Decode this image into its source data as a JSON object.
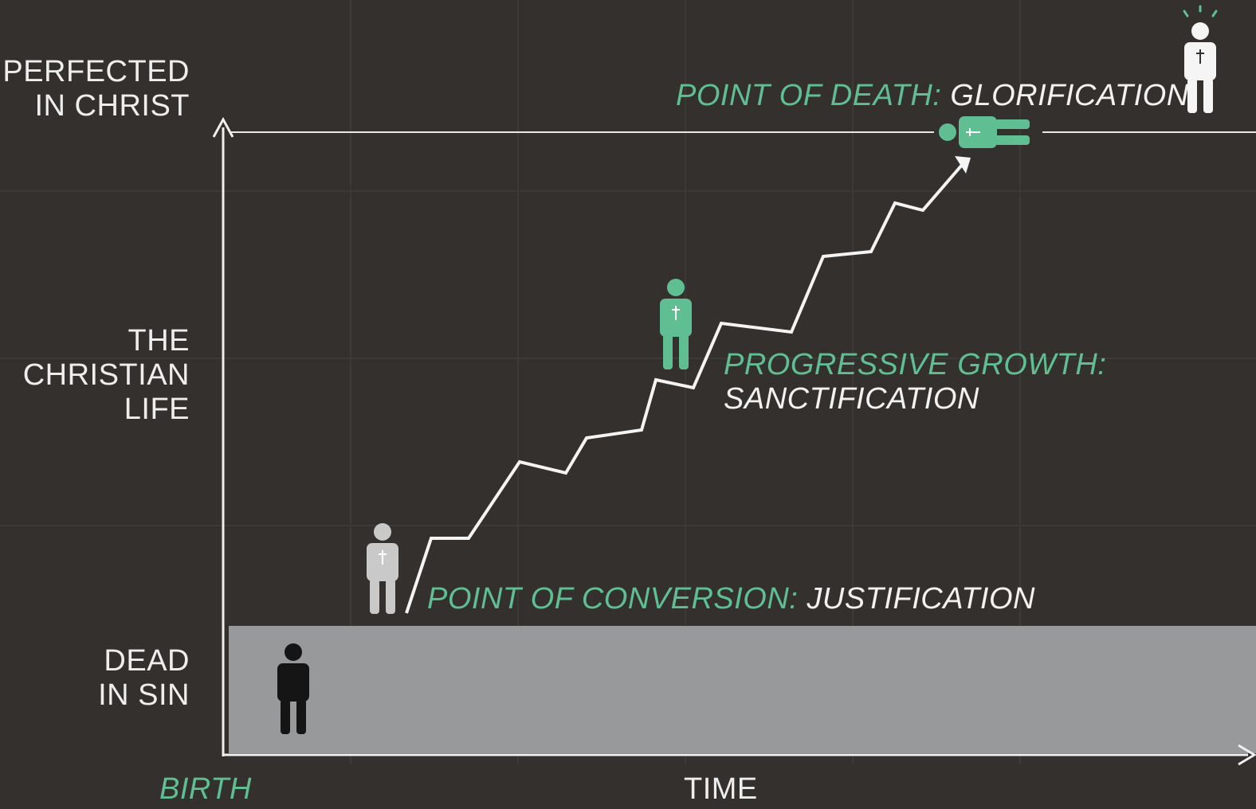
{
  "colors": {
    "background": "#34302d",
    "accent": "#5fbf93",
    "text": "#eeeeee",
    "band": "#98999b",
    "figure_dead": "#151515",
    "figure_justified": "#c9c9c9",
    "figure_sanctified": "#5fbf93",
    "figure_glorified": "#f5f5f5"
  },
  "y_axis": {
    "perfected": [
      "PERFECTED",
      "IN CHRIST"
    ],
    "christian_life": [
      "THE",
      "CHRISTIAN",
      "LIFE"
    ],
    "dead_in_sin": [
      "DEAD",
      "IN SIN"
    ]
  },
  "x_axis": {
    "start": "BIRTH",
    "label": "TIME"
  },
  "annotations": {
    "death": {
      "prefix": "POINT OF DEATH:",
      "term": "GLORIFICATION"
    },
    "growth": {
      "prefix": "PROGRESSIVE GROWTH:",
      "term": "SANCTIFICATION"
    },
    "conversion": {
      "prefix": "POINT OF CONVERSION:",
      "term": "JUSTIFICATION"
    }
  },
  "figures": [
    {
      "name": "dead-figure-icon",
      "stage": "dead in sin",
      "icon": "person-icon"
    },
    {
      "name": "justified-figure-icon",
      "stage": "justification",
      "icon": "person-with-cross-icon"
    },
    {
      "name": "sanctified-figure-icon",
      "stage": "sanctification",
      "icon": "person-with-cross-icon"
    },
    {
      "name": "glorified-figure-icon",
      "stage": "glorification",
      "icon": "radiant-person-with-cross-icon"
    }
  ]
}
